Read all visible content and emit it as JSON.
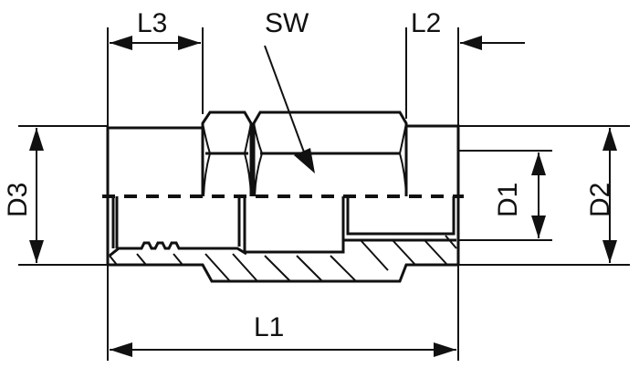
{
  "title": "Threaded reducing fitting dimension drawing",
  "labels": {
    "L1": "L1",
    "L2": "L2",
    "L3": "L3",
    "SW": "SW",
    "D1": "D1",
    "D2": "D2",
    "D3": "D3"
  },
  "colors": {
    "ink": "#111111",
    "background": "#ffffff"
  }
}
